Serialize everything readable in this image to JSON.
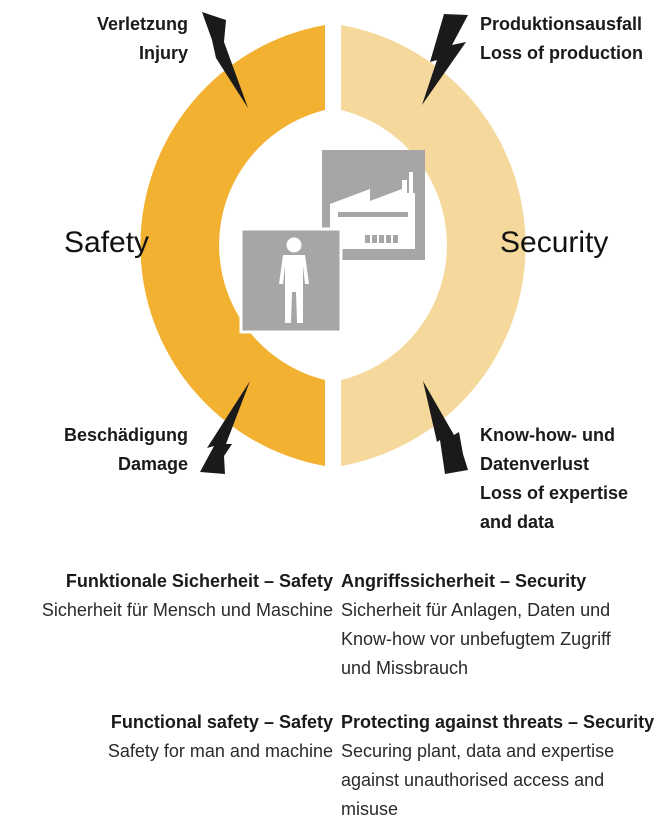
{
  "diagram": {
    "colors": {
      "safety": "#F2B130",
      "security": "#F5D89B",
      "icon_gray": "#A7A6A5",
      "bolt": "#1A1A1A"
    },
    "labels": {
      "safety": "Safety",
      "security": "Security",
      "top_left": [
        "Verletzung",
        "Injury"
      ],
      "top_right": [
        "Produktionsausfall",
        "Loss of production"
      ],
      "bottom_left": [
        "Beschädigung",
        "Damage"
      ],
      "bottom_right": [
        "Know-how- und",
        "Datenverlust",
        "Loss of expertise",
        "and data"
      ]
    },
    "icons": [
      "factory-icon",
      "person-icon",
      "lightning-bolt-icon"
    ]
  },
  "text": {
    "de": {
      "left_title": "Funktionale Sicherheit – Safety",
      "left_body": "Sicherheit für Mensch und Maschine",
      "right_title": "Angriffssicherheit – Security",
      "right_body": [
        "Sicherheit für Anlagen, Daten und",
        "Know-how vor unbefugtem Zugriff",
        "und Missbrauch"
      ]
    },
    "en": {
      "left_title": "Functional safety – Safety",
      "left_body": "Safety for man and machine",
      "right_title": "Protecting against threats – Security",
      "right_body": [
        "Securing plant, data and expertise",
        "against unauthorised access and",
        "misuse"
      ]
    }
  }
}
